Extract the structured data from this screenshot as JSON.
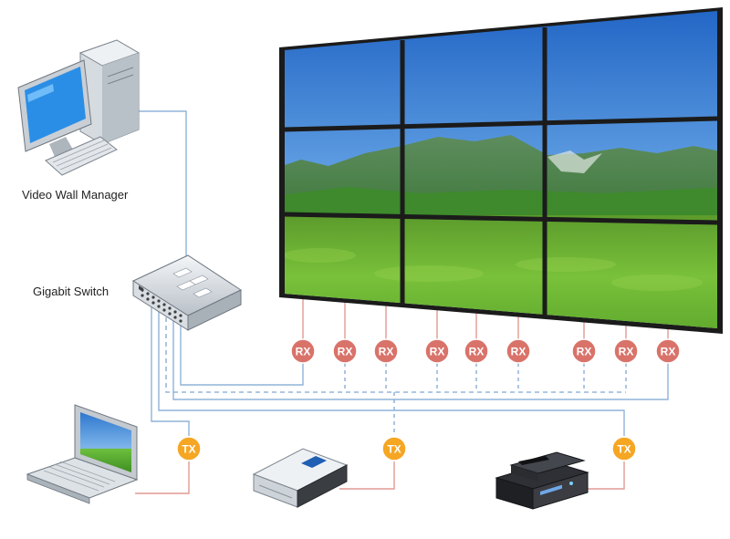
{
  "labels": {
    "manager": "Video Wall Manager",
    "switch": "Gigabit Switch"
  },
  "receiver_label": "RX",
  "transmitter_label": "TX",
  "colors": {
    "rx_badge": "#d9736a",
    "tx_badge": "#f5a623",
    "link_solid": "#e29a92",
    "link_network": "#8fb3d9",
    "link_dashed": "#7fa6d4",
    "screen_bezel": "#1b1b1b"
  },
  "icons": {
    "manager": "desktop-computer-icon",
    "switch": "network-switch-icon",
    "laptop": "laptop-icon",
    "bluray": "bluray-player-icon",
    "settop": "settop-box-icon"
  }
}
